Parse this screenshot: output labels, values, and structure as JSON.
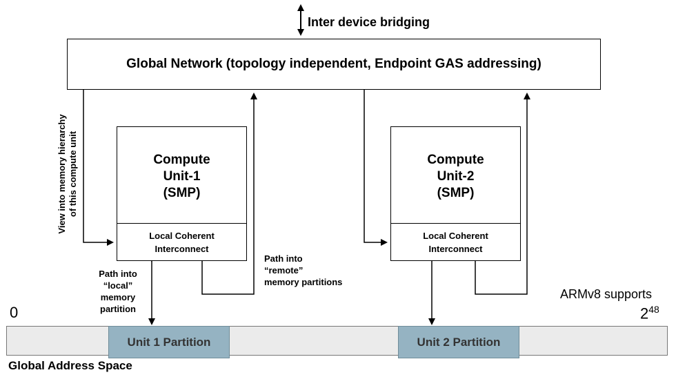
{
  "top_label": "Inter device bridging",
  "global_network": "Global Network (topology independent, Endpoint GAS addressing)",
  "compute_units": [
    {
      "title_line1": "Compute",
      "title_line2": "Unit-1",
      "title_line3": "(SMP)",
      "lci_line1": "Local Coherent",
      "lci_line2": "Interconnect"
    },
    {
      "title_line1": "Compute",
      "title_line2": "Unit-2",
      "title_line3": "(SMP)",
      "lci_line1": "Local Coherent",
      "lci_line2": "Interconnect"
    }
  ],
  "side_label_line1": "View into memory  hierarchy",
  "side_label_line2": "of this compute unit",
  "local_path": [
    "Path into",
    "“local”",
    "memory",
    "partition"
  ],
  "remote_path": [
    "Path into",
    "“remote”",
    "memory partitions"
  ],
  "address_start": "0",
  "armv8_label": "ARMv8 supports",
  "address_end_base": "2",
  "address_end_exp": "48",
  "partitions": [
    "Unit 1 Partition",
    "Unit 2 Partition"
  ],
  "address_space_label": "Global Address Space"
}
